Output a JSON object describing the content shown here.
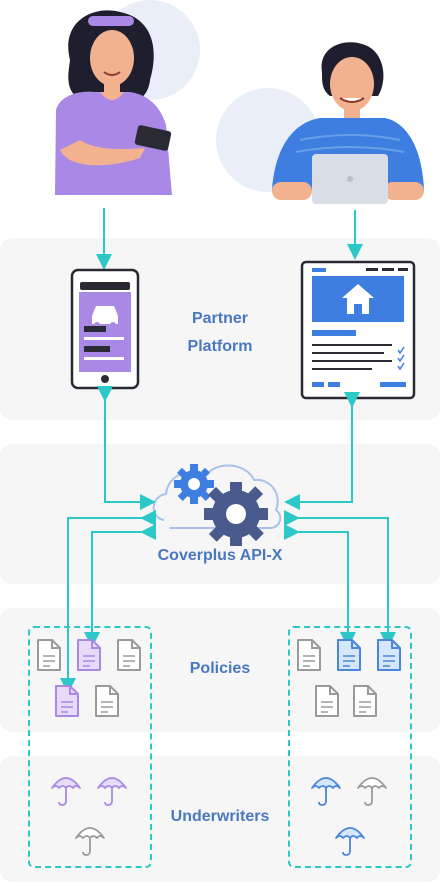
{
  "labels": {
    "partner_platform_line1": "Partner",
    "partner_platform_line2": "Platform",
    "api": "Coverplus API-X",
    "policies": "Policies",
    "underwriters": "Underwriters"
  },
  "colors": {
    "accent_teal": "#2cc7c7",
    "label_blue": "#4a78c0",
    "purple": "#a988e6",
    "blue_icon": "#4a86d9",
    "gray_icon": "#9a9a9a",
    "band_bg": "#f6f6f6",
    "gear_dark": "#4a5a8c",
    "gear_light": "#3d7ee0"
  },
  "icons": {
    "phone": "smartphone-icon",
    "car": "car-icon",
    "browser": "browser-window-icon",
    "home": "home-icon",
    "gear": "gear-icon",
    "cloud": "cloud-icon",
    "document": "document-icon",
    "umbrella": "umbrella-icon"
  }
}
